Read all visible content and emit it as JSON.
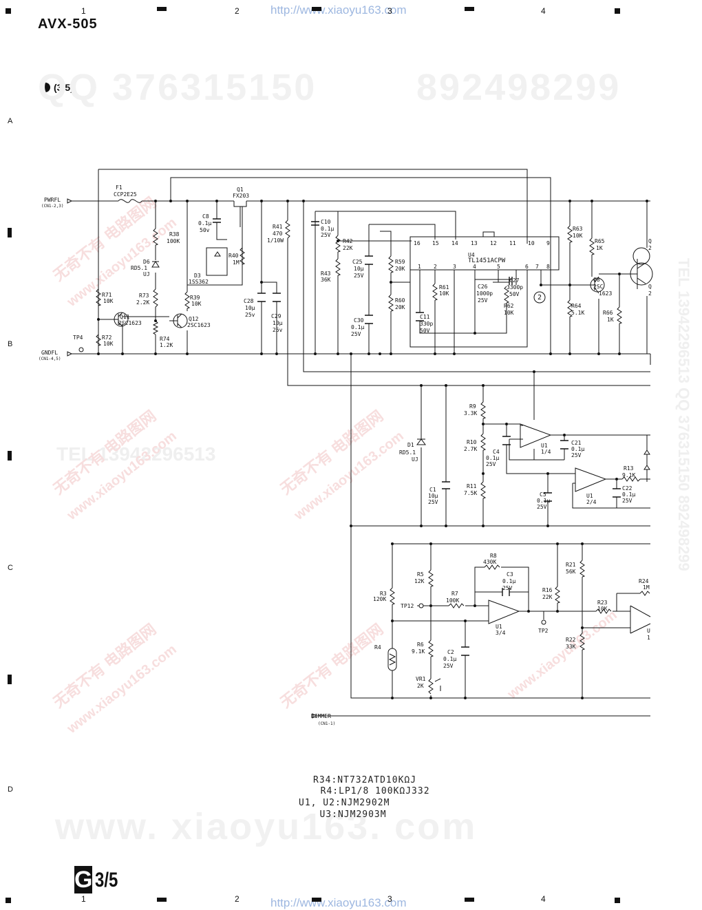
{
  "header": {
    "columns": [
      "1",
      "2",
      "3",
      "4"
    ],
    "url": "http://www.xiaoyu163.com",
    "model": "AVX-505",
    "section": "(3/5)"
  },
  "rows": [
    "A",
    "B",
    "C",
    "D"
  ],
  "watermarks": {
    "qq1": "QQ 376315150",
    "qq2": "892498299",
    "www": "www. xiaoyu163. com",
    "tel": "TEL 13942296513",
    "side": "TEL 13942296513  QQ 376315150  892498299",
    "tag1": "无奇不有 电路图网",
    "tag2": "www.xiaoyu163.com"
  },
  "schematic": {
    "connectors": {
      "pwrfl": "PWRFL",
      "pwrfl_ref": "(CN1-2,3)",
      "gndfl": "GNDFL",
      "gndfl_ref": "(CN1-4,5)",
      "dimmer": "DIMMER",
      "dimmer_ref": "(CN1-1)"
    },
    "testpoints": {
      "tp4": "TP4",
      "tp12": "TP12",
      "tp2": "TP2"
    },
    "circle_ref": "2",
    "components": {
      "f1": "F1",
      "f1_val": "CCP2E25",
      "q1": "Q1",
      "q1_val": "FX203",
      "c8": "C8",
      "c8_val1": "0.1μ",
      "c8_val2": "50v",
      "r38": "R38",
      "r38_val": "100K",
      "d6": "D6",
      "d6_val1": "RD5.1",
      "d6_val2": "UJ",
      "d3": "D3",
      "d3_val": "1SS362",
      "r40": "R40",
      "r40_val": "1M",
      "r41": "R41",
      "r41_val1": "470",
      "r41_val2": "1/10W",
      "r71": "R71",
      "r71_val": "10K",
      "r72": "R72",
      "r72_val": "10K",
      "r73": "R73",
      "r73_val": "2.2K",
      "r74": "R74",
      "r74_val": "1.2K",
      "r39": "R39",
      "r39_val": "10K",
      "q11": "Q11",
      "q11_val": "2SC1623",
      "q12": "Q12",
      "q12_val": "2SC1623",
      "c28": "C28",
      "c28_val1": "10μ",
      "c28_val2": "25v",
      "c29": "C29",
      "c29_val1": "10μ",
      "c29_val2": "25v",
      "c10": "C10",
      "c10_val1": "0.1μ",
      "c10_val2": "25V",
      "r42": "R42",
      "r42_val": "22K",
      "r43": "R43",
      "r43_val": "36K",
      "c25": "C25",
      "c25_val1": "10μ",
      "c25_val2": "25V",
      "c30": "C30",
      "c30_val1": "0.1μ",
      "c30_val2": "25V",
      "r59": "R59",
      "r59_val": "20K",
      "r60": "R60",
      "r60_val": "20K",
      "c11": "C11",
      "c11_val1": "330p",
      "c11_val2": "50V",
      "r61": "R61",
      "r61_val": "10K",
      "c26": "C26",
      "c26_val1": "1000p",
      "c26_val2": "25V",
      "c27": "C27",
      "c27_val1": "3300p",
      "c27_val2": "50V",
      "r62": "R62",
      "r62_val": "10K",
      "u4": "U4",
      "u4_val": "TL1451ACPW",
      "u4_pins_top": [
        "16",
        "15",
        "14",
        "13",
        "12",
        "11",
        "10",
        "9"
      ],
      "u4_pins_bottom": [
        "1",
        "2",
        "3",
        "4",
        "5",
        "6",
        "7",
        "8"
      ],
      "r63": "R63",
      "r63_val": "10K",
      "r65": "R65",
      "r65_val": "1K",
      "q8": "Q8",
      "q8_val1": "2SC",
      "q8_val2": "1623",
      "r64": "R64",
      "r64_val": "5.1K",
      "r66": "R66",
      "r66_val": "1K",
      "q_right": "Q",
      "q_right_pin": "2",
      "r9": "R9",
      "r9_val": "3.3K",
      "r10": "R10",
      "r10_val": "2.7K",
      "r11": "R11",
      "r11_val": "7.5K",
      "d1": "D1",
      "d1_val1": "RD5.1",
      "d1_val2": "UJ",
      "c1": "C1",
      "c1_val1": "10μ",
      "c1_val2": "25V",
      "c4": "C4",
      "c4_val1": "0.1μ",
      "c4_val2": "25V",
      "c5": "C5",
      "c5_val1": "0.1μ",
      "c5_val2": "25V",
      "u1a": "U1",
      "u1a_val": "1/4",
      "u1b": "U1",
      "u1b_val": "2/4",
      "u1c": "U1",
      "u1c_val": "3/4",
      "c21": "C21",
      "c21_val1": "0.1μ",
      "c21_val2": "25V",
      "c22": "C22",
      "c22_val1": "0.1μ",
      "c22_val2": "25V",
      "r13": "R13",
      "r13_val": "9.1K",
      "r8": "R8",
      "r8_val": "430K",
      "c3": "C3",
      "c3_val1": "0.1μ",
      "c3_val2": "25V",
      "r5": "R5",
      "r5_val": "12K",
      "r7": "R7",
      "r7_val": "100K",
      "r3": "R3",
      "r3_val": "120K",
      "r6": "R6",
      "r6_val": "9.1K",
      "r4": "R4",
      "c2": "C2",
      "c2_val1": "0.1μ",
      "c2_val2": "25V",
      "vr1": "VR1",
      "vr1_val": "2K",
      "r16": "R16",
      "r16_val": "22K",
      "r21": "R21",
      "r21_val": "56K",
      "r22": "R22",
      "r22_val": "33K",
      "r23": "R23",
      "r23_val": "10K",
      "r24": "R24",
      "r24_val": "1M",
      "u_right": "U",
      "u_right_val": "1"
    }
  },
  "notes": [
    "R34:NT732ATD10KΩJ",
    "  R4:LP1/8 100KΩJ332",
    "U1, U2:NJM2902M",
    "   U3:NJM2903M"
  ],
  "footer": {
    "letter": "G",
    "page": "3/5"
  }
}
